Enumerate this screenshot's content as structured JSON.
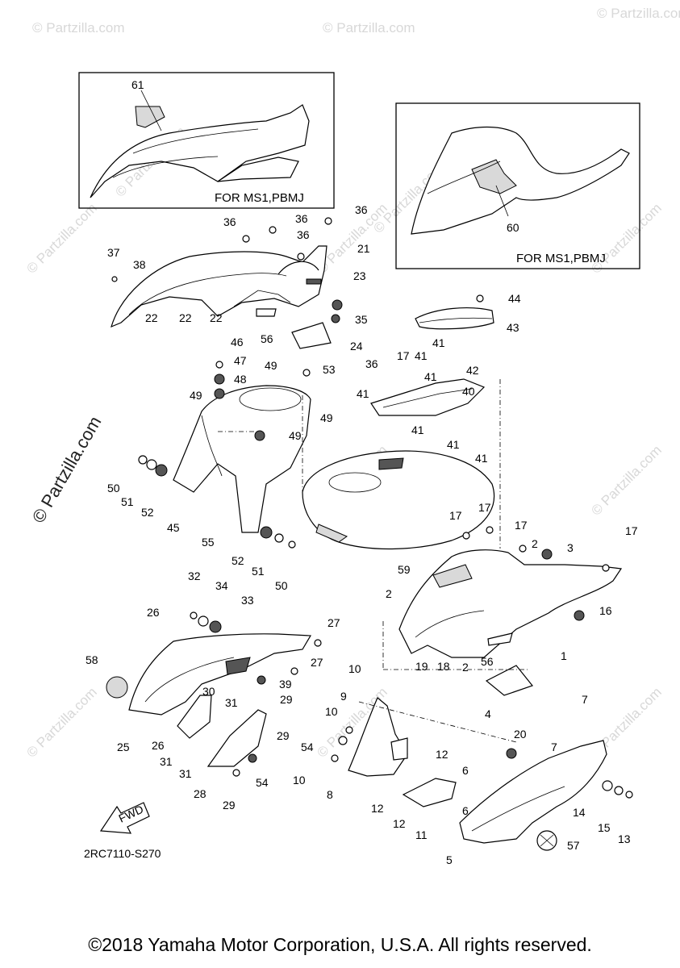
{
  "watermarks": {
    "side": "© Partzilla.com",
    "corner": "© Partzilla.com"
  },
  "insets": [
    {
      "caption": "FOR MS1,PBMJ"
    },
    {
      "caption": "FOR MS1,PBMJ"
    }
  ],
  "fwd_label": "FWD",
  "diagram_code": "2RC7110-S270",
  "copyright": "©2018 Yamaha Motor Corporation, U.S.A. All rights reserved.",
  "callouts": [
    {
      "label": "61"
    },
    {
      "label": "60"
    },
    {
      "label": "36"
    },
    {
      "label": "36"
    },
    {
      "label": "36"
    },
    {
      "label": "36"
    },
    {
      "label": "21"
    },
    {
      "label": "37"
    },
    {
      "label": "38"
    },
    {
      "label": "23"
    },
    {
      "label": "22"
    },
    {
      "label": "22"
    },
    {
      "label": "22"
    },
    {
      "label": "35"
    },
    {
      "label": "56"
    },
    {
      "label": "24"
    },
    {
      "label": "44"
    },
    {
      "label": "43"
    },
    {
      "label": "46"
    },
    {
      "label": "47"
    },
    {
      "label": "48"
    },
    {
      "label": "49"
    },
    {
      "label": "53"
    },
    {
      "label": "49"
    },
    {
      "label": "49"
    },
    {
      "label": "49"
    },
    {
      "label": "36"
    },
    {
      "label": "17"
    },
    {
      "label": "41"
    },
    {
      "label": "41"
    },
    {
      "label": "41"
    },
    {
      "label": "42"
    },
    {
      "label": "40"
    },
    {
      "label": "41"
    },
    {
      "label": "41"
    },
    {
      "label": "41"
    },
    {
      "label": "41"
    },
    {
      "label": "50"
    },
    {
      "label": "51"
    },
    {
      "label": "52"
    },
    {
      "label": "45"
    },
    {
      "label": "55"
    },
    {
      "label": "52"
    },
    {
      "label": "51"
    },
    {
      "label": "50"
    },
    {
      "label": "17"
    },
    {
      "label": "17"
    },
    {
      "label": "17"
    },
    {
      "label": "17"
    },
    {
      "label": "2"
    },
    {
      "label": "3"
    },
    {
      "label": "59"
    },
    {
      "label": "2"
    },
    {
      "label": "16"
    },
    {
      "label": "19"
    },
    {
      "label": "18"
    },
    {
      "label": "2"
    },
    {
      "label": "56"
    },
    {
      "label": "1"
    },
    {
      "label": "4"
    },
    {
      "label": "32"
    },
    {
      "label": "34"
    },
    {
      "label": "33"
    },
    {
      "label": "26"
    },
    {
      "label": "27"
    },
    {
      "label": "27"
    },
    {
      "label": "58"
    },
    {
      "label": "39"
    },
    {
      "label": "30"
    },
    {
      "label": "31"
    },
    {
      "label": "29"
    },
    {
      "label": "25"
    },
    {
      "label": "26"
    },
    {
      "label": "31"
    },
    {
      "label": "31"
    },
    {
      "label": "29"
    },
    {
      "label": "28"
    },
    {
      "label": "29"
    },
    {
      "label": "54"
    },
    {
      "label": "10"
    },
    {
      "label": "9"
    },
    {
      "label": "10"
    },
    {
      "label": "54"
    },
    {
      "label": "10"
    },
    {
      "label": "8"
    },
    {
      "label": "12"
    },
    {
      "label": "12"
    },
    {
      "label": "12"
    },
    {
      "label": "11"
    },
    {
      "label": "6"
    },
    {
      "label": "6"
    },
    {
      "label": "20"
    },
    {
      "label": "7"
    },
    {
      "label": "7"
    },
    {
      "label": "14"
    },
    {
      "label": "15"
    },
    {
      "label": "13"
    },
    {
      "label": "57"
    },
    {
      "label": "5"
    }
  ]
}
